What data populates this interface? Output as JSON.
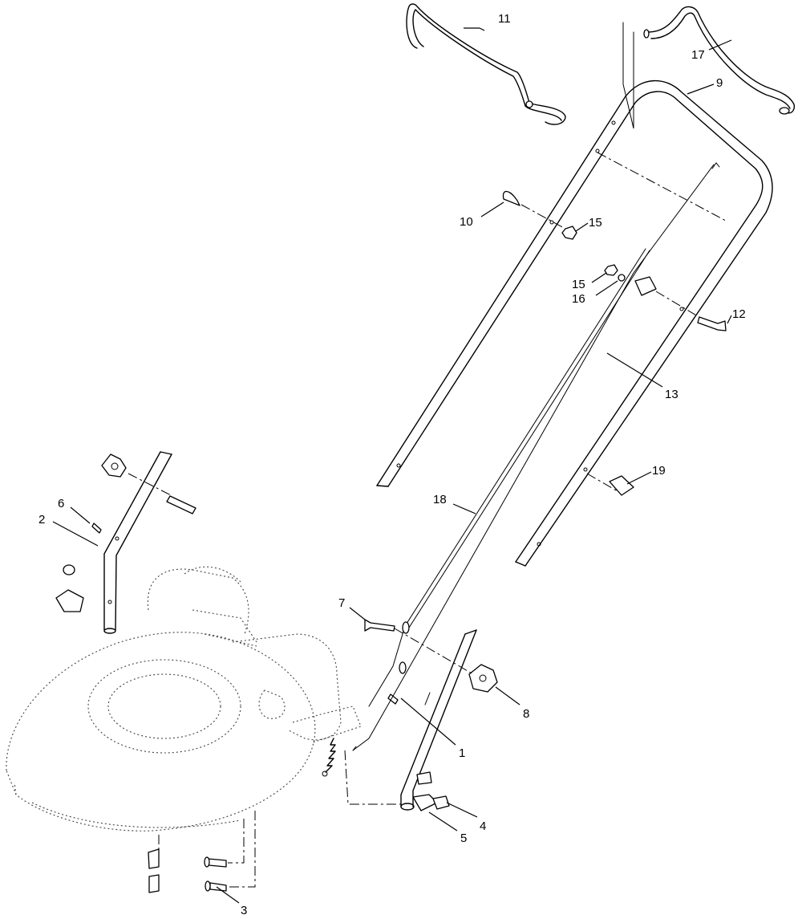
{
  "callouts": [
    {
      "id": "c1",
      "label": "1"
    },
    {
      "id": "c2",
      "label": "2"
    },
    {
      "id": "c3",
      "label": "3"
    },
    {
      "id": "c4",
      "label": "4"
    },
    {
      "id": "c5",
      "label": "5"
    },
    {
      "id": "c6",
      "label": "6"
    },
    {
      "id": "c7",
      "label": "7"
    },
    {
      "id": "c8",
      "label": "8"
    },
    {
      "id": "c9",
      "label": "9"
    },
    {
      "id": "c10",
      "label": "10"
    },
    {
      "id": "c11",
      "label": "11"
    },
    {
      "id": "c12",
      "label": "12"
    },
    {
      "id": "c13",
      "label": "13"
    },
    {
      "id": "c15a",
      "label": "15"
    },
    {
      "id": "c15b",
      "label": "15"
    },
    {
      "id": "c16",
      "label": "16"
    },
    {
      "id": "c17",
      "label": "17"
    },
    {
      "id": "c18",
      "label": "18"
    },
    {
      "id": "c19",
      "label": "19"
    }
  ]
}
